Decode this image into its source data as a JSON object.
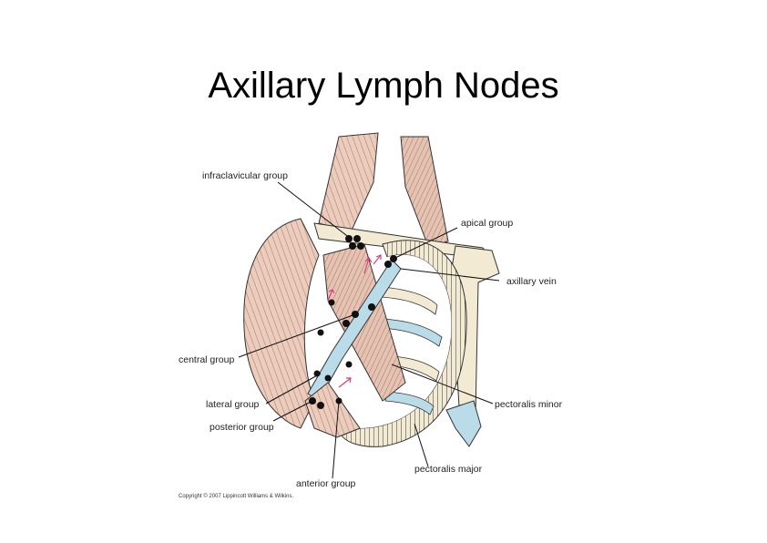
{
  "title": "Axillary Lymph Nodes",
  "labels": {
    "infraclavicular_group": "infraclavicular group",
    "apical_group": "apical group",
    "axillary_vein": "axillary vein",
    "central_group": "central group",
    "lateral_group": "lateral group",
    "posterior_group": "posterior group",
    "pectoralis_minor": "pectoralis minor",
    "pectoralis_major": "pectoralis major",
    "anterior_group": "anterior group"
  },
  "copyright": "Copyright © 2007 Lippincott Williams & Wilkins.",
  "colors": {
    "muscle": "#e9c8b8",
    "muscle_dark": "#b88a7a",
    "bone": "#f3ead4",
    "vessel": "#b9dce8",
    "node": "#111111",
    "arrow": "#d6407a",
    "line": "#111111"
  }
}
